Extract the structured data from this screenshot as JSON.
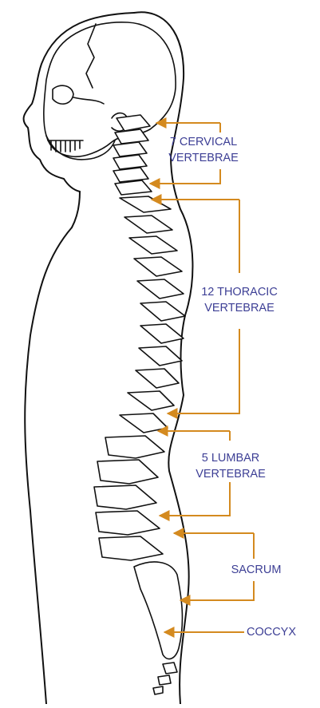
{
  "colors": {
    "leader": "#d48a1f",
    "label_text": "#3d3f95",
    "line_art": "#111111"
  },
  "labels": {
    "cervical": {
      "line1": "7 CERVICAL",
      "line2": "VERTEBRAE"
    },
    "thoracic": {
      "line1": "12 THORACIC",
      "line2": "VERTEBRAE"
    },
    "lumbar": {
      "line1": "5 LUMBAR",
      "line2": "VERTEBRAE"
    },
    "sacrum": "SACRUM",
    "coccyx": "COCCYX"
  }
}
